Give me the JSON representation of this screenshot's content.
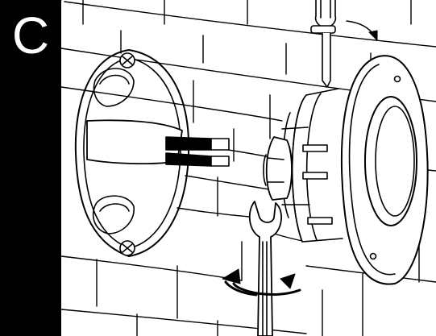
{
  "step": {
    "letter": "C"
  },
  "colors": {
    "ink": "#000000",
    "paper": "#ffffff",
    "wire_grey": "#aaaaaa"
  },
  "icons": [
    "wall-tile-grid",
    "round-electrical-box",
    "mounting-screw-icon",
    "cable-bundle",
    "fitting-flange",
    "hex-nut",
    "screwdriver-icon",
    "open-end-wrench-icon",
    "rotation-arrow-icon",
    "motion-arrow-icon"
  ]
}
